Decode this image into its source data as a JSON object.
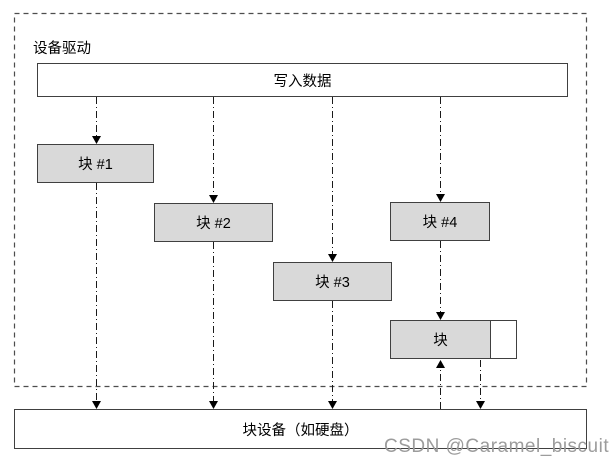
{
  "diagram": {
    "driver_label": "设备驱动",
    "write_box_label": "写入数据",
    "blocks": [
      {
        "label": "块 #1"
      },
      {
        "label": "块 #2"
      },
      {
        "label": "块 #3"
      },
      {
        "label": "块 #4"
      }
    ],
    "cache_block_label": "块",
    "device_box_label": "块设备（如硬盘）",
    "watermark": "CSDN @Caramel_biscuit",
    "colors": {
      "block_fill": "#d9d9d9",
      "box_border": "#404040",
      "dashed_border": "#4d4d4d",
      "connector": "#1a1a1a",
      "watermark_text": "#9c9c9c"
    }
  }
}
